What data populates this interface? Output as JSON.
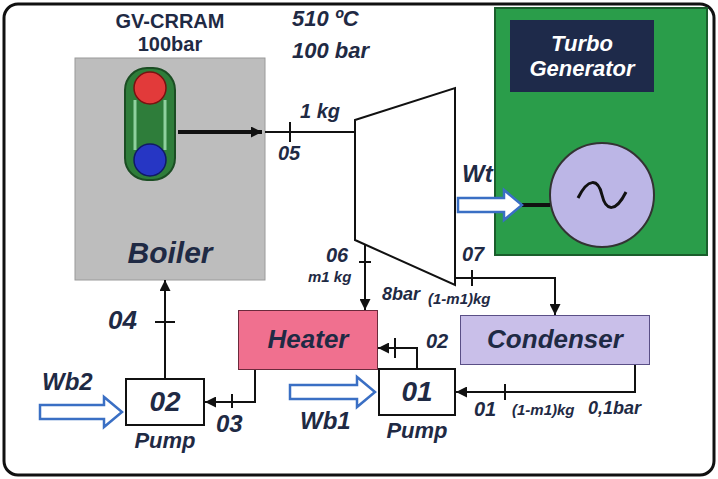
{
  "diagram": {
    "nodes": [
      {
        "text": [
          "GV-CRRAM 100bar",
          "Boiler"
        ]
      },
      {
        "text": [
          "Turbo Generator"
        ]
      },
      {
        "text": [
          "Heater"
        ]
      },
      {
        "text": [
          "Condenser"
        ]
      },
      {
        "text": [
          "02",
          "Pump"
        ]
      },
      {
        "text": [
          "01",
          "Pump"
        ]
      }
    ],
    "edges": [
      {
        "from": 2,
        "to": 4,
        "arrow": "to",
        "label": "03"
      },
      {
        "from": 4,
        "to": 0,
        "arrow": "to",
        "label": "04"
      },
      {
        "from": 5,
        "to": 2,
        "arrow": "to",
        "label": "02"
      },
      {
        "from": 3,
        "to": 5,
        "arrow": "to"
      }
    ],
    "labels": [
      "510 ºC",
      "100 bar",
      "1 kg",
      "05",
      "Wt",
      "06",
      "m1 kg",
      "07",
      "8bar",
      "(1-m1)kg",
      "0,1bar",
      "01",
      "(1-m1)kg",
      "Wb2",
      "Wb1"
    ]
  }
}
